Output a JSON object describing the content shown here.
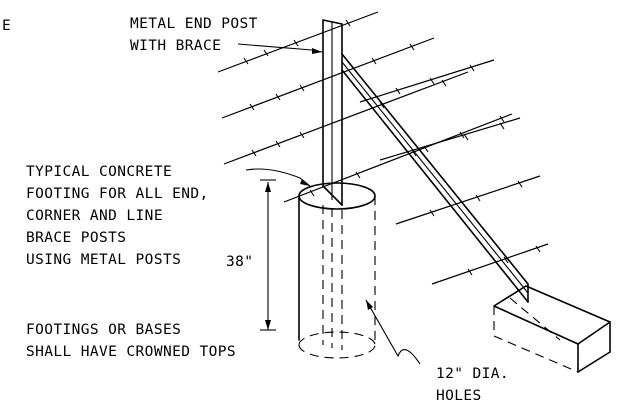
{
  "labels": {
    "edge_fragment": "E",
    "end_post_line1": "METAL END POST",
    "end_post_line2": "WITH BRACE",
    "footing_line1": "TYPICAL CONCRETE",
    "footing_line2": "FOOTING FOR ALL END,",
    "footing_line3": "CORNER AND LINE",
    "footing_line4": "BRACE POSTS",
    "footing_line5": "USING METAL POSTS",
    "depth_dimension": "38\"",
    "tops_line1": "FOOTINGS OR BASES",
    "tops_line2": "SHALL HAVE CROWNED TOPS",
    "holes_line1": "12\" DIA.",
    "holes_line2": "HOLES"
  }
}
